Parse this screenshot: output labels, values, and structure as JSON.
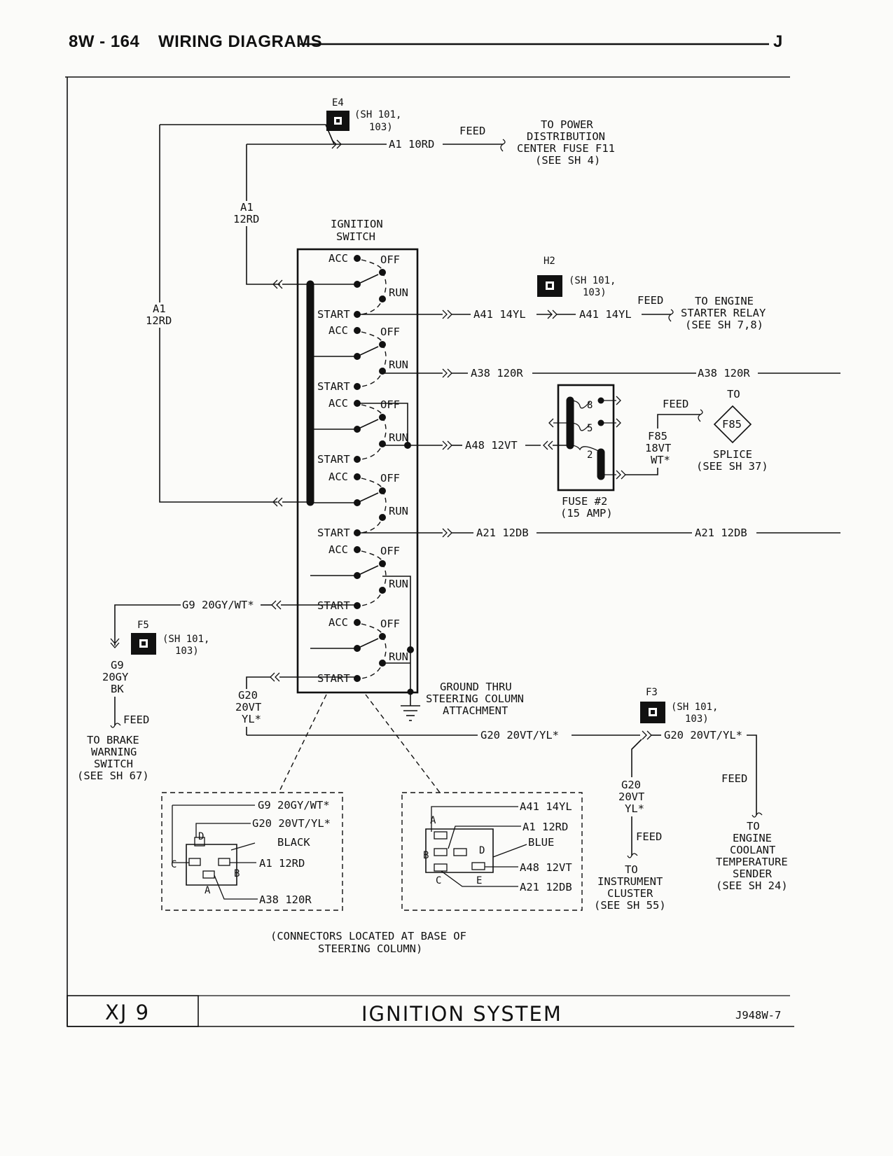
{
  "header": {
    "page_number": "8W - 164",
    "section_title": "WIRING DIAGRAMS",
    "edition_mark": "J"
  },
  "title_block": {
    "model": "XJ 9",
    "system_title": "IGNITION SYSTEM",
    "drawing_number": "J948W-7"
  },
  "ignition_switch": {
    "title_line1": "IGNITION",
    "title_line2": "SWITCH",
    "positions": [
      "ACC",
      "OFF",
      "RUN",
      "START"
    ]
  },
  "connectors": {
    "e4": {
      "id": "E4",
      "ref_line1": "(SH 101,",
      "ref_line2": "103)"
    },
    "h2": {
      "id": "H2",
      "ref_line1": "(SH 101,",
      "ref_line2": "103)"
    },
    "f5": {
      "id": "F5",
      "ref_line1": "(SH 101,",
      "ref_line2": "103)"
    },
    "f3": {
      "id": "F3",
      "ref_line1": "(SH 101,",
      "ref_line2": "103)"
    }
  },
  "wires": {
    "a1_10rd": "A1 10RD",
    "a1_12rd_a": "A1",
    "a1_12rd_b": "12RD",
    "a41": "A41 14YL",
    "a38": "A38 120R",
    "a48": "A48 12VT",
    "a21": "A21 12DB",
    "g9_horiz": "G9 20GY/WT*",
    "g9_v1": "G9",
    "g9_v2": "20GY",
    "g9_v3": "BK",
    "g20_v1": "G20",
    "g20_v2": "20VT",
    "g20_v3": "YL*",
    "g20_horiz": "G20 20VT/YL*",
    "f85_1": "F85",
    "f85_2": "18VT",
    "f85_3": "WT*"
  },
  "destinations": {
    "feed": "FEED",
    "pdc": [
      "TO POWER",
      "DISTRIBUTION",
      "CENTER FUSE F11",
      "(SEE SH 4)"
    ],
    "starter": [
      "TO ENGINE",
      "STARTER RELAY",
      "(SEE SH 7,8)"
    ],
    "splice_to": "TO",
    "splice_id": "F85",
    "splice": [
      "SPLICE",
      "(SEE SH 37)"
    ],
    "fuse": [
      "FUSE #2",
      "(15 AMP)"
    ],
    "fuse_pins": [
      "8",
      "5",
      "2"
    ],
    "brake": [
      "TO BRAKE",
      "WARNING",
      "SWITCH",
      "(SEE SH 67)"
    ],
    "ground": [
      "GROUND THRU",
      "STEERING COLUMN",
      "ATTACHMENT"
    ],
    "cluster": [
      "TO",
      "INSTRUMENT",
      "CLUSTER",
      "(SEE SH 55)"
    ],
    "coolant": [
      "TO",
      "ENGINE",
      "COOLANT",
      "TEMPERATURE",
      "SENDER",
      "(SEE SH 24)"
    ]
  },
  "connector_views": {
    "left": {
      "wires": [
        "G9 20GY/WT*",
        "G20 20VT/YL*",
        "BLACK",
        "A1 12RD",
        "A38 120R"
      ],
      "pins": [
        "D",
        "C",
        "B",
        "A"
      ]
    },
    "right": {
      "wires": [
        "A41 14YL",
        "A1 12RD",
        "BLUE",
        "A48 12VT",
        "A21 12DB"
      ],
      "pins": [
        "A",
        "B",
        "D",
        "C",
        "E"
      ]
    },
    "note_line1": "(CONNECTORS LOCATED AT BASE OF",
    "note_line2": "STEERING COLUMN)"
  }
}
